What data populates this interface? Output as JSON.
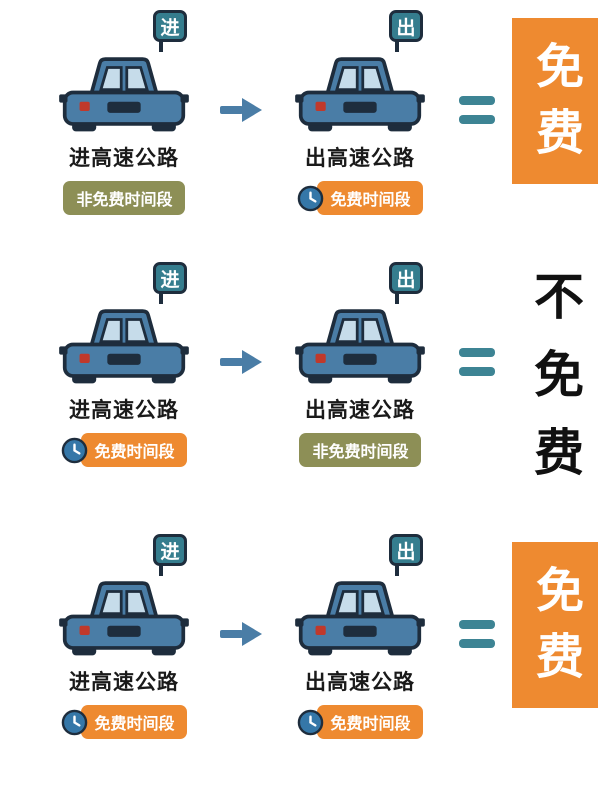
{
  "colors": {
    "orange": "#ee8a30",
    "olive": "#8d8f56",
    "teal_equals": "#3d8494",
    "flag_teal": "#357d8e",
    "car_blue": "#4a7da6",
    "outline_navy": "#1e2d3d",
    "text_dark": "#1a1a1a"
  },
  "icons": {
    "clock": "clock-icon",
    "arrow": "arrow-right-icon",
    "equals": "equals-sign-icon",
    "car": "car-icon"
  },
  "rows": [
    {
      "left": {
        "flag": "进",
        "label": "进高速公路",
        "badge_text": "非免费时间段",
        "badge_type": "nonfree",
        "has_clock": false
      },
      "right": {
        "flag": "出",
        "label": "出高速公路",
        "badge_text": "免费时间段",
        "badge_type": "free",
        "has_clock": true
      },
      "result_text": "免费",
      "result_type": "free"
    },
    {
      "left": {
        "flag": "进",
        "label": "进高速公路",
        "badge_text": "免费时间段",
        "badge_type": "free",
        "has_clock": true
      },
      "right": {
        "flag": "出",
        "label": "出高速公路",
        "badge_text": "非免费时间段",
        "badge_type": "nonfree",
        "has_clock": false
      },
      "result_text": "不免费",
      "result_type": "not_free"
    },
    {
      "left": {
        "flag": "进",
        "label": "进高速公路",
        "badge_text": "免费时间段",
        "badge_type": "free",
        "has_clock": true
      },
      "right": {
        "flag": "出",
        "label": "出高速公路",
        "badge_text": "免费时间段",
        "badge_type": "free",
        "has_clock": true
      },
      "result_text": "免费",
      "result_type": "free"
    }
  ]
}
